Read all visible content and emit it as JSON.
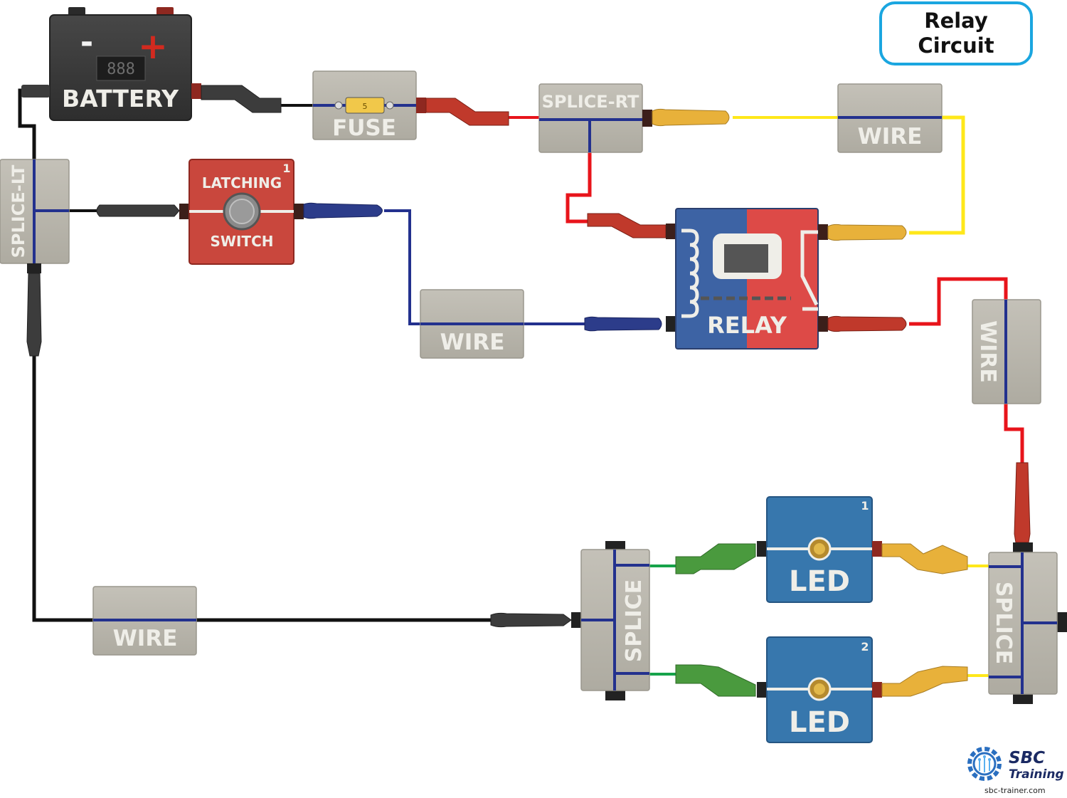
{
  "title": {
    "line1": "Relay",
    "line2": "Circuit"
  },
  "components": {
    "battery": {
      "label": "BATTERY",
      "minus": "-",
      "plus": "+",
      "display": "888"
    },
    "fuse": {
      "label": "FUSE",
      "rating": "5"
    },
    "splice_rt": {
      "label": "SPLICE-RT"
    },
    "splice_lt": {
      "label": "SPLICE-LT"
    },
    "switch": {
      "label_top": "LATCHING",
      "label_bottom": "SWITCH",
      "number": "1"
    },
    "relay": {
      "label": "RELAY"
    },
    "wire_top_right": {
      "label": "WIRE"
    },
    "wire_middle": {
      "label": "WIRE"
    },
    "wire_right_vertical": {
      "label": "WIRE"
    },
    "wire_bottom_left": {
      "label": "WIRE"
    },
    "splice_left": {
      "label": "SPLICE"
    },
    "splice_right": {
      "label": "SPLICE"
    },
    "led1": {
      "label": "LED",
      "number": "1"
    },
    "led2": {
      "label": "LED",
      "number": "2"
    }
  },
  "branding": {
    "name": "SBC",
    "subtitle": "Training",
    "url": "sbc-trainer.com"
  },
  "colors": {
    "wire_black": "#111111",
    "wire_red": "#e8141b",
    "wire_yellow": "#ffe81a",
    "wire_blue": "#23318e",
    "wire_green": "#16a34a",
    "module_gray": "#b8b5ab",
    "module_text": "#efeee8",
    "battery_body": "#3b3b3b",
    "switch_red": "#c9473d",
    "relay_blue": "#3d63a4",
    "relay_red": "#dd4a47",
    "led_blue": "#3777ad",
    "accent_border": "#1aa6e0",
    "plug_red": "#c0392b",
    "plug_yellow": "#e8b13a",
    "plug_blue": "#2c3c8a",
    "plug_green": "#4a9a3e",
    "plug_black": "#3c3c3c"
  }
}
